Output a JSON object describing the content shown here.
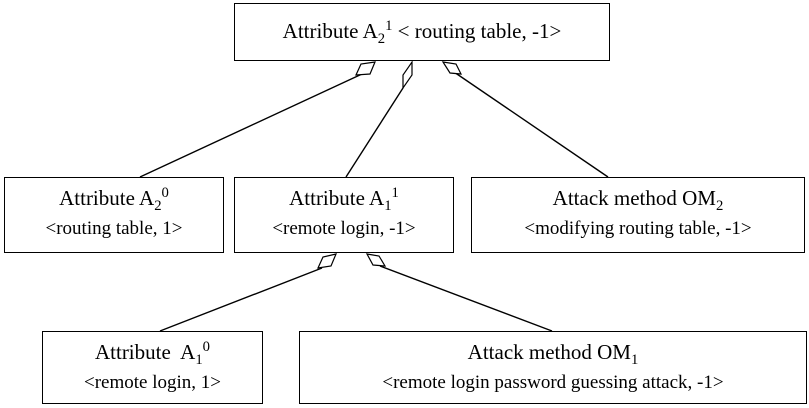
{
  "nodes": {
    "top": {
      "prefix": "Attribute A",
      "sub": "2",
      "sup": "1",
      "suffix": " < routing table, -1>"
    },
    "a20": {
      "prefix": "Attribute A",
      "sub": "2",
      "sup": "0",
      "line2": "<routing table, 1>"
    },
    "a11": {
      "prefix": "Attribute A",
      "sub": "1",
      "sup": "1",
      "line2": "<remote login, -1>"
    },
    "om2": {
      "prefix": "Attack method OM",
      "sub": "2",
      "line2": "<modifying routing table, -1>"
    },
    "a10": {
      "prefix": "Attribute  A",
      "sub": "1",
      "sup": "0",
      "line2": "<remote login, 1>"
    },
    "om1": {
      "prefix": "Attack method OM",
      "sub": "1",
      "line2": "<remote login password guessing attack, -1>"
    }
  },
  "edges": [
    {
      "from": "top",
      "to": "a20",
      "connector": "open-diamond"
    },
    {
      "from": "top",
      "to": "a11",
      "connector": "open-diamond"
    },
    {
      "from": "top",
      "to": "om2",
      "connector": "open-diamond"
    },
    {
      "from": "a11",
      "to": "a10",
      "connector": "open-diamond"
    },
    {
      "from": "a11",
      "to": "om1",
      "connector": "open-diamond"
    }
  ]
}
